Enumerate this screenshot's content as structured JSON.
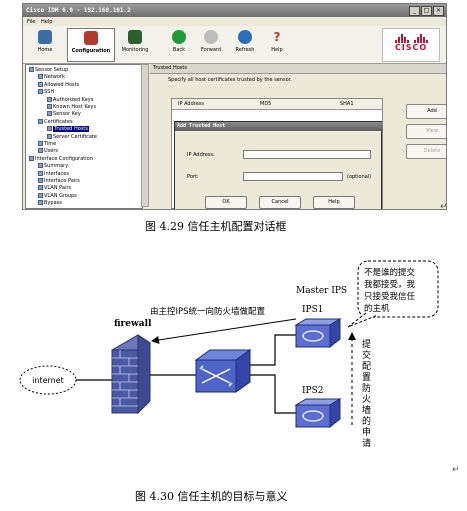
{
  "window": {
    "title": "Cisco IDM 6.0 - 192.168.101.2",
    "controls": [
      "_",
      "□",
      "×"
    ]
  },
  "menu": [
    "File",
    "Help"
  ],
  "toolbar": {
    "buttons": [
      {
        "label": "Home",
        "icon": "home-icon",
        "color": "#3b6ea5"
      },
      {
        "label": "Configuration",
        "icon": "configuration-icon",
        "color": "#b03a2e"
      },
      {
        "label": "Monitoring",
        "icon": "monitoring-icon",
        "color": "#2d5f2d"
      },
      {
        "label": "Back",
        "icon": "back-arrow-icon",
        "color": "#1f9b3a"
      },
      {
        "label": "Forward",
        "icon": "forward-arrow-icon",
        "color": "#9a9a9a"
      },
      {
        "label": "Refresh",
        "icon": "refresh-icon",
        "color": "#2a6fb7"
      },
      {
        "label": "Help",
        "icon": "help-icon",
        "color": "#c0392b"
      }
    ],
    "brand": "CISCO"
  },
  "tree": [
    {
      "label": "Sensor Setup",
      "level": 0
    },
    {
      "label": "Network",
      "level": 1
    },
    {
      "label": "Allowed Hosts",
      "level": 1
    },
    {
      "label": "SSH",
      "level": 1
    },
    {
      "label": "Authorized Keys",
      "level": 2
    },
    {
      "label": "Known Host Keys",
      "level": 2
    },
    {
      "label": "Sensor Key",
      "level": 2
    },
    {
      "label": "Certificates",
      "level": 1
    },
    {
      "label": "Trusted Hosts",
      "level": 2,
      "selected": true
    },
    {
      "label": "Server Certificate",
      "level": 2
    },
    {
      "label": "Time",
      "level": 1
    },
    {
      "label": "Users",
      "level": 1
    },
    {
      "label": "Interface Configuration",
      "level": 0
    },
    {
      "label": "Summary",
      "level": 1
    },
    {
      "label": "Interfaces",
      "level": 1
    },
    {
      "label": "Interface Pairs",
      "level": 1
    },
    {
      "label": "VLAN Pairs",
      "level": 1
    },
    {
      "label": "VLAN Groups",
      "level": 1
    },
    {
      "label": "Bypass",
      "level": 1
    }
  ],
  "panel": {
    "title": "Trusted Hosts",
    "description": "Specify all host certificates trusted by the sensor.",
    "columns": [
      "IP Address",
      "MD5",
      "SHA1"
    ],
    "buttons": [
      "Add",
      "View",
      "Delete"
    ]
  },
  "dialog": {
    "title": "Add Trusted Host",
    "ip_label": "IP Address:",
    "port_label": "Port:",
    "port_hint": "(optional)",
    "buttons": [
      "OK",
      "Cancel",
      "Help"
    ]
  },
  "figure1": {
    "caption": "图 4.29  信任主机配置对话框"
  },
  "figure2": {
    "caption": "图 4.30    信任主机的目标与意义",
    "firewall": "firewall",
    "internet": "internet",
    "master": "Master IPS",
    "ips1": "IPS1",
    "ips2": "IPS2",
    "arrow_text": "由主控IPS统一向防火墙做配置",
    "bubble": [
      "不是谁的提交",
      "我都接受，我",
      "只接受我信任",
      "的主机"
    ],
    "vertical": "提交配置防火墙的申请"
  },
  "marks": [
    "↵",
    "↵"
  ]
}
